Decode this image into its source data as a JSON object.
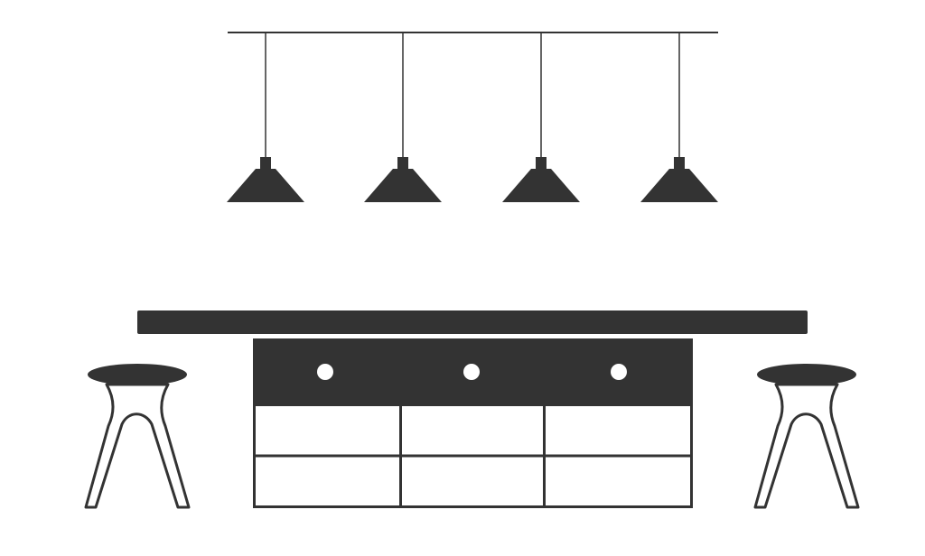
{
  "colors": {
    "ink": "#333333",
    "background": "#ffffff",
    "knob": "#ffffff"
  },
  "scene": {
    "pendant_lamp_count": 4,
    "bar_stool_count": 2,
    "cabinet_columns": 3,
    "cabinet_rows": 3,
    "drawer_knob_count": 3
  }
}
